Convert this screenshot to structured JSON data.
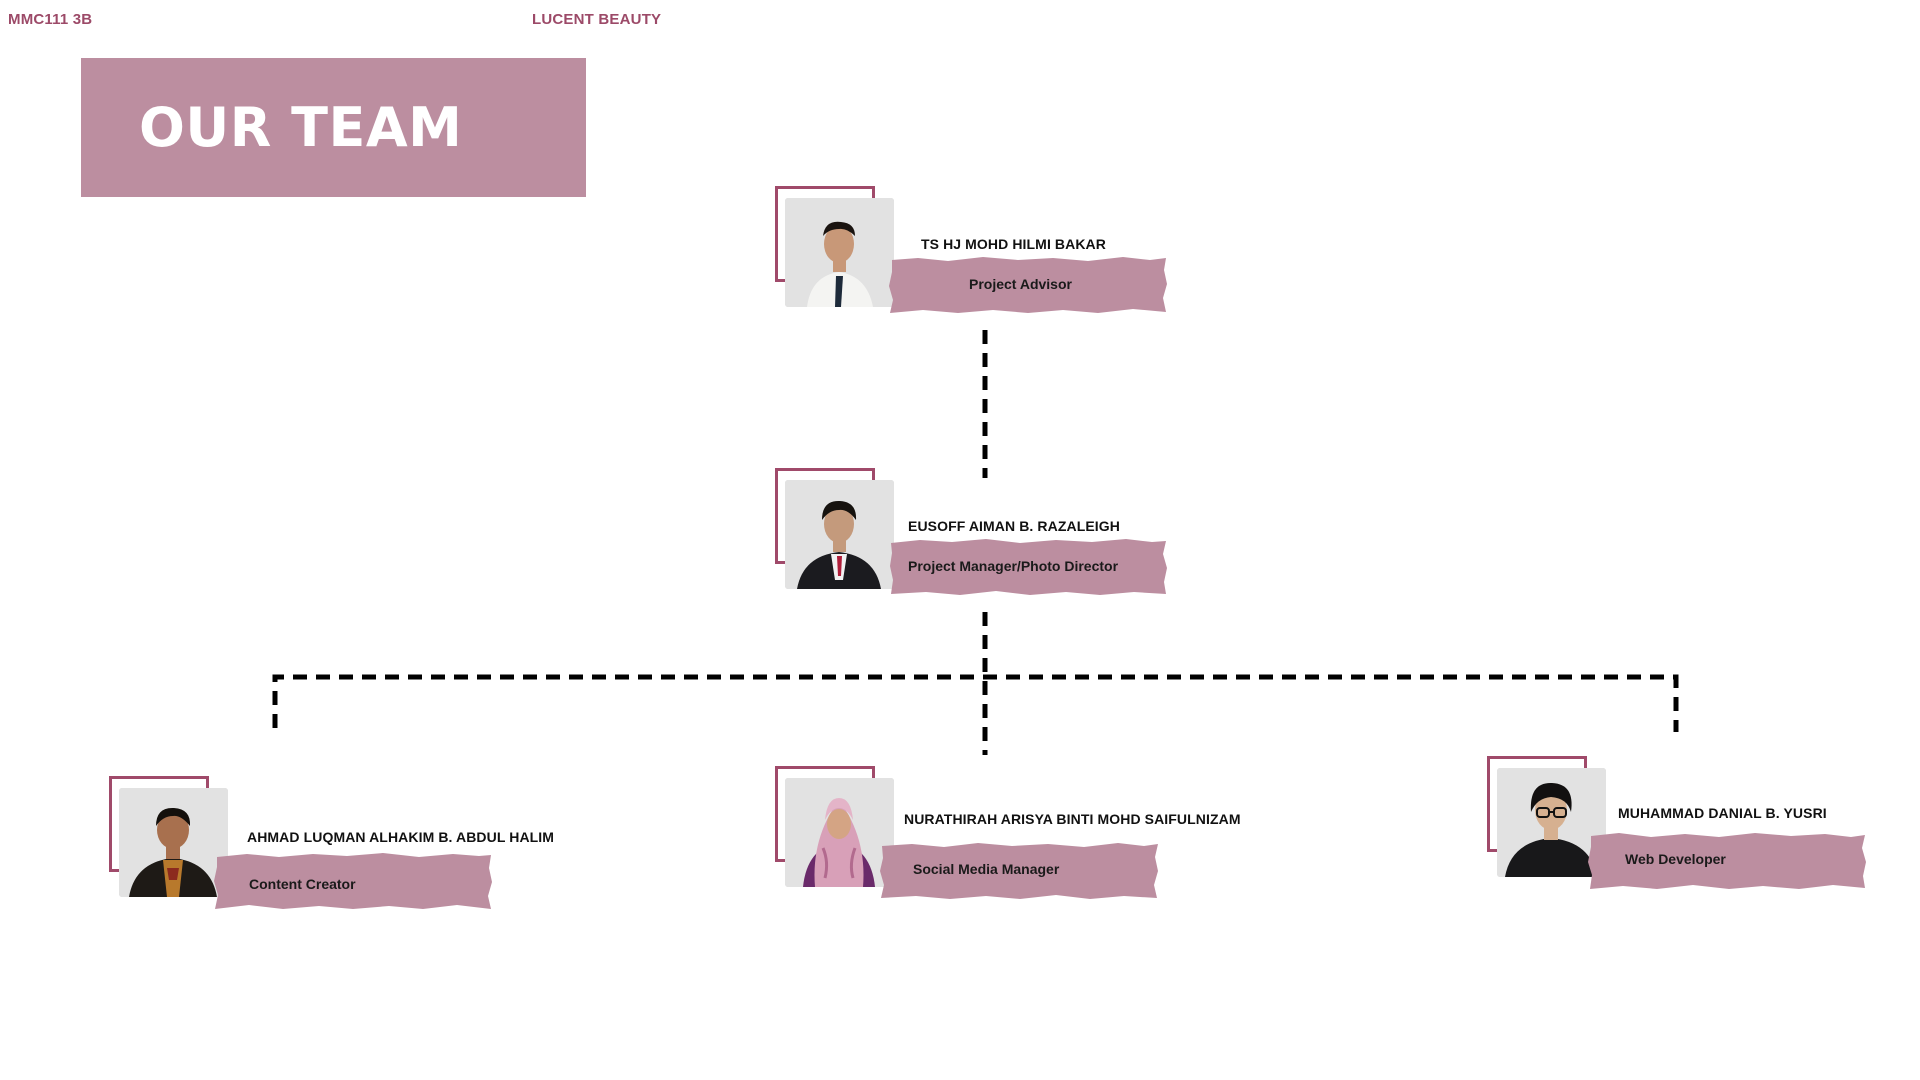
{
  "header": {
    "course": "MMC111 3B",
    "project": "LUCENT BEAUTY"
  },
  "title": "OUR TEAM",
  "colors": {
    "accent": "#bc8ea0",
    "frame": "#a04a6a",
    "header_text": "#9c4a68",
    "connector": "#000000"
  },
  "members": [
    {
      "name": "TS HJ MOHD HILMI BAKAR",
      "role": "Project Advisor"
    },
    {
      "name": "EUSOFF AIMAN B. RAZALEIGH",
      "role": "Project Manager/Photo Director"
    },
    {
      "name": "AHMAD LUQMAN ALHAKIM  B. ABDUL HALIM",
      "role": "Content Creator"
    },
    {
      "name": "NURATHIRAH ARISYA BINTI MOHD SAIFULNIZAM",
      "role": "Social Media Manager"
    },
    {
      "name": "MUHAMMAD DANIAL B. YUSRI",
      "role": "Web Developer"
    }
  ]
}
